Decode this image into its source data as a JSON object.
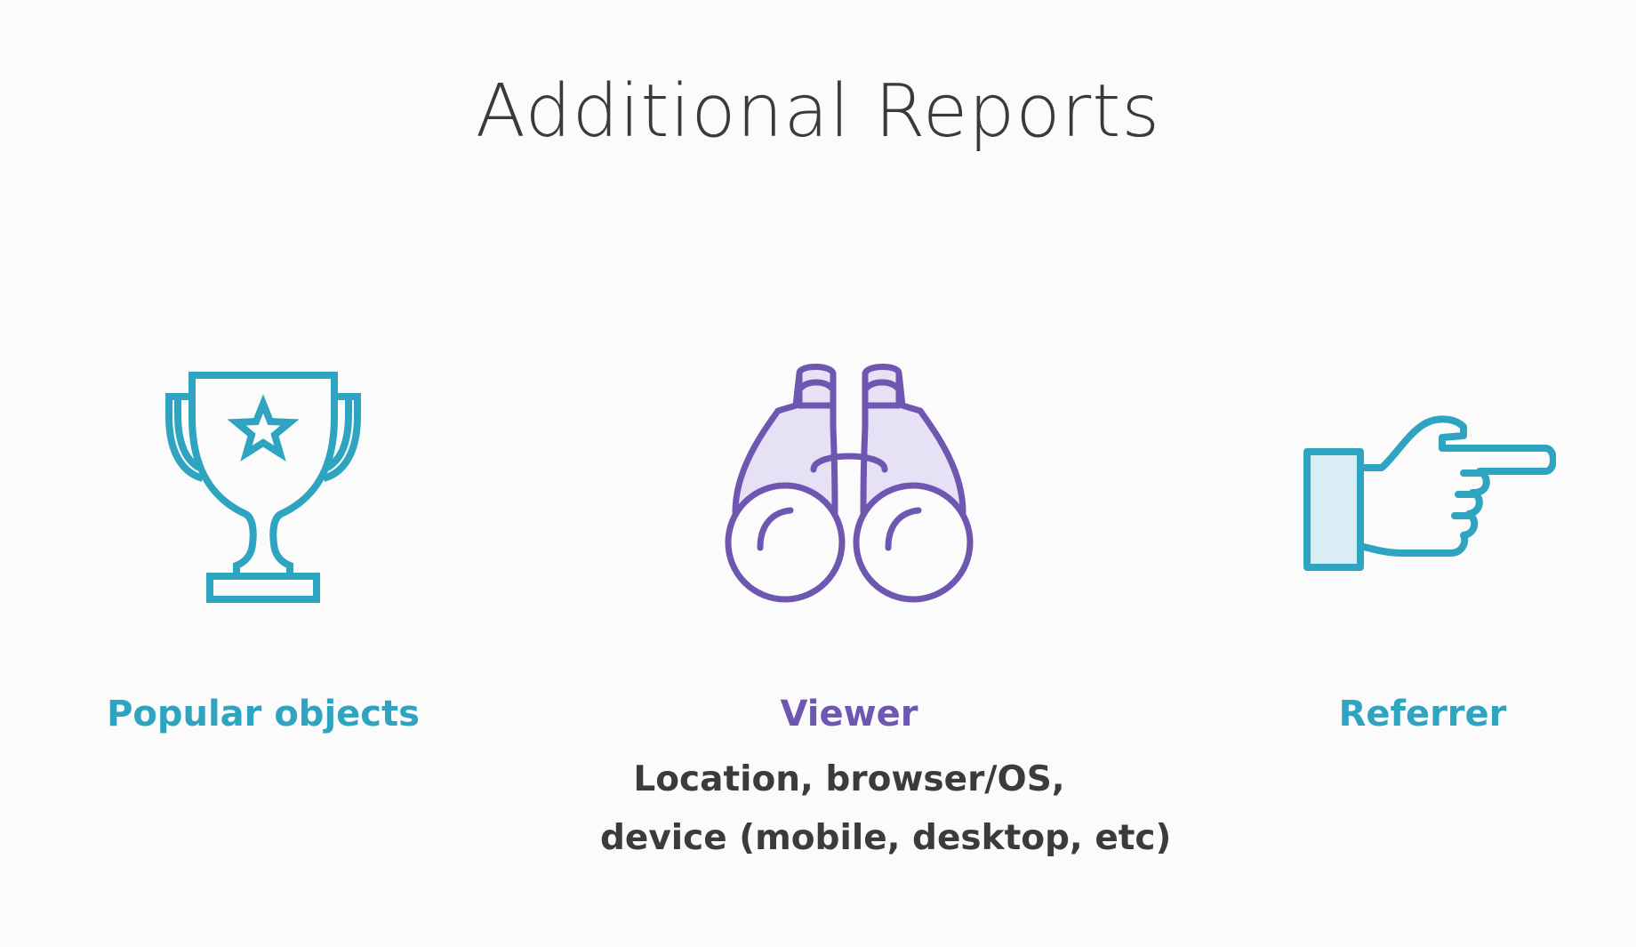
{
  "slide": {
    "title": "Additional Reports",
    "items": [
      {
        "icon": "trophy-icon",
        "label": "Popular objects",
        "color": "#2ea4c0"
      },
      {
        "icon": "binoculars-icon",
        "label": "Viewer",
        "color": "#6d57b0",
        "description_lines": [
          "Location, browser/OS,",
          "device (mobile, desktop, etc)"
        ]
      },
      {
        "icon": "pointing-hand-icon",
        "label": "Referrer",
        "color": "#2ea4c0"
      }
    ]
  },
  "colors": {
    "background": "#fbfbfb",
    "title": "#3a3a3a",
    "teal": "#2ea4c0",
    "purple": "#6d57b0",
    "purple_fill": "#e6e1f4",
    "teal_fill": "#d8eef4",
    "body_text": "#3b3b3b"
  }
}
